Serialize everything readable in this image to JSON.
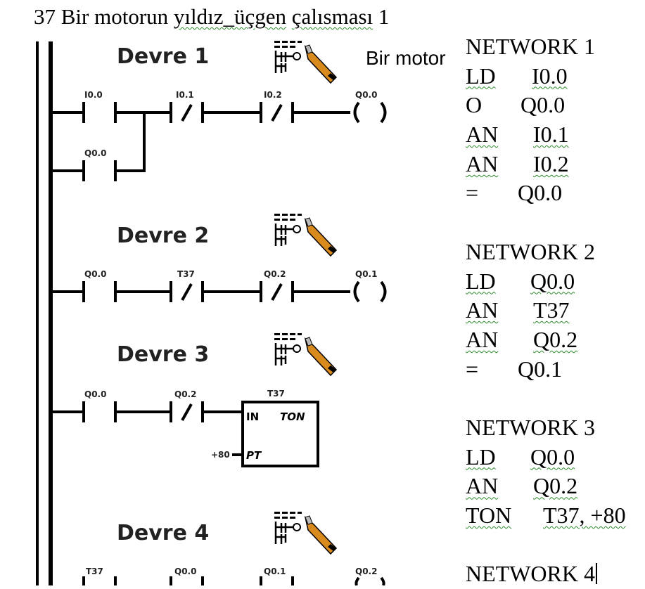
{
  "title": {
    "num": "37",
    "text": "Bir motorun ",
    "w1": "yıldız_üçgen",
    "sp": " ",
    "w2": "çalısması",
    "tail": " 1"
  },
  "ladder": {
    "networks": [
      {
        "label": "Devre 1",
        "comment": "Bir motor"
      },
      {
        "label": "Devre 2"
      },
      {
        "label": "Devre 3"
      },
      {
        "label": "Devre 4"
      }
    ],
    "addresses": {
      "n1_c1": "I0.0",
      "n1_c2": "I0.1",
      "n1_c3": "I0.2",
      "n1_coil": "Q0.0",
      "n1_branch": "Q0.0",
      "n2_c1": "Q0.0",
      "n2_c2": "T37",
      "n2_c3": "Q0.2",
      "n2_coil": "Q0.1",
      "n3_c1": "Q0.0",
      "n3_c2": "Q0.2",
      "n3_timer": "T37",
      "n4_c1": "T37",
      "n4_c2": "Q0.0",
      "n4_c3": "Q0.1",
      "n4_coil": "Q0.2"
    },
    "timer_box": {
      "in": "IN",
      "type": "TON",
      "pt": "PT",
      "preset": "+80"
    }
  },
  "stl": {
    "networks": [
      {
        "header": "NETWORK 1",
        "lines": [
          [
            "LD",
            "I0.0"
          ],
          [
            "O",
            "Q0.0"
          ],
          [
            "AN",
            "I0.1"
          ],
          [
            "AN",
            "I0.2"
          ],
          [
            "=",
            "Q0.0"
          ]
        ]
      },
      {
        "header": "NETWORK 2",
        "lines": [
          [
            "LD",
            "Q0.0"
          ],
          [
            "AN",
            "T37"
          ],
          [
            "AN",
            "Q0.2"
          ],
          [
            "=",
            "Q0.1"
          ]
        ]
      },
      {
        "header": "NETWORK 3",
        "lines": [
          [
            "LD",
            "Q0.0"
          ],
          [
            "AN",
            "Q0.2"
          ],
          [
            "TON",
            "T37, +80"
          ]
        ]
      },
      {
        "header": "NETWORK 4"
      }
    ]
  }
}
